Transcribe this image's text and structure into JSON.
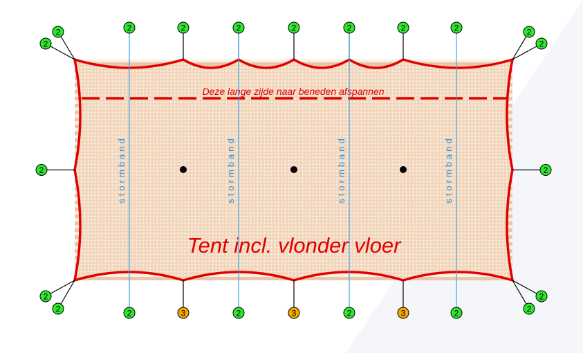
{
  "diagram": {
    "colors": {
      "tent_fill": "#f2d6bc",
      "tent_pattern": "#ffffff",
      "stripe": "#d9b497",
      "edge": "#e00000",
      "storm_line": "#3fa5e6",
      "storm_text": "#2b8fd6",
      "guy_line": "#000000",
      "anchor_green": "#2ee62e",
      "anchor_orange": "#f5a700",
      "pole_dot": "#000000",
      "watermark": "#f3f5f8"
    },
    "instruction_text": "Deze lange zijde naar beneden afspannen",
    "tent_label": "Tent incl. vlonder vloer",
    "storm_bands": [
      {
        "label": "stormband"
      },
      {
        "label": "stormband"
      },
      {
        "label": "stormband"
      },
      {
        "label": "stormband"
      }
    ],
    "pole_count": 3,
    "anchors": {
      "top": [
        "2",
        "2",
        "2",
        "2",
        "2",
        "2",
        "2"
      ],
      "bottom": [
        "2",
        "3",
        "2",
        "3",
        "2",
        "3",
        "2"
      ],
      "left_mid": "2",
      "right_mid": "2",
      "corner_top_left": [
        "2",
        "2"
      ],
      "corner_top_right": [
        "2",
        "2"
      ],
      "corner_bottom_left": [
        "2",
        "2"
      ],
      "corner_bottom_right": [
        "2",
        "2"
      ]
    }
  }
}
